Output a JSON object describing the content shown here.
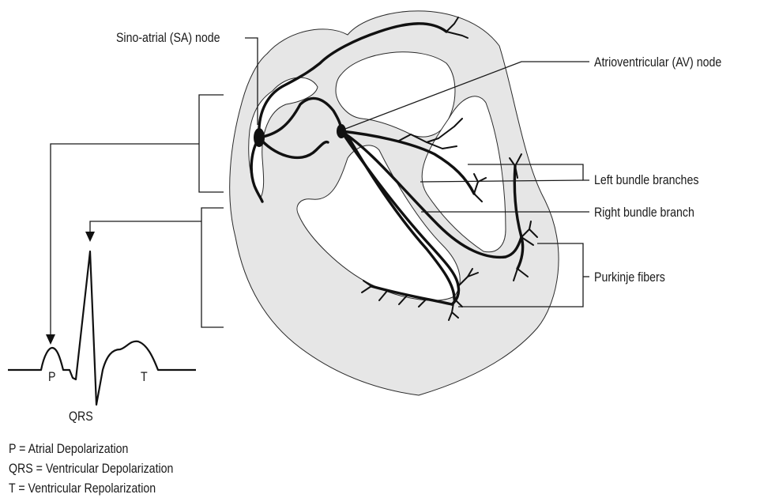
{
  "labels": {
    "sa_node": "Sino-atrial (SA) node",
    "av_node": "Atrioventricular (AV) node",
    "left_bundle": "Left bundle branches",
    "right_bundle": "Right bundle branch",
    "purkinje": "Purkinje fibers"
  },
  "ecg_labels": {
    "p": "P",
    "qrs": "QRS",
    "t": "T"
  },
  "legend": [
    "P = Atrial Depolarization",
    "QRS = Ventricular Depolarization",
    "T = Ventricular Repolarization"
  ]
}
